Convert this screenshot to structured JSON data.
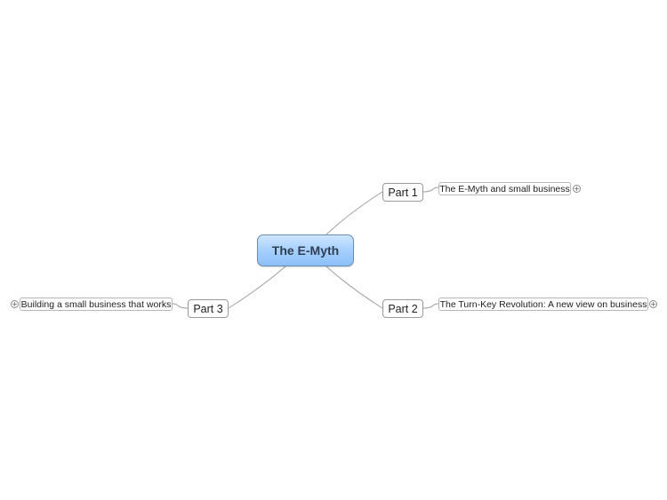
{
  "map": {
    "central_topic": "The E-Myth",
    "branches": [
      {
        "label": "Part 1",
        "subtopics": [
          {
            "label": "The E-Myth and small business",
            "collapsed_icon": "plus-icon",
            "expander_symbol": "+"
          }
        ]
      },
      {
        "label": "Part 2",
        "subtopics": [
          {
            "label": "The Turn-Key Revolution: A new view on business",
            "collapsed_icon": "plus-icon",
            "expander_symbol": "+"
          }
        ]
      },
      {
        "label": "Part 3",
        "subtopics": [
          {
            "label": "Building a small business that works",
            "collapsed_icon": "plus-icon",
            "expander_symbol": "+"
          }
        ]
      }
    ]
  },
  "colors": {
    "central_fill_top": "#cfe6ff",
    "central_fill_bottom": "#8cc0f7",
    "central_border": "#6d8db0",
    "connector": "#a0a0a0"
  }
}
